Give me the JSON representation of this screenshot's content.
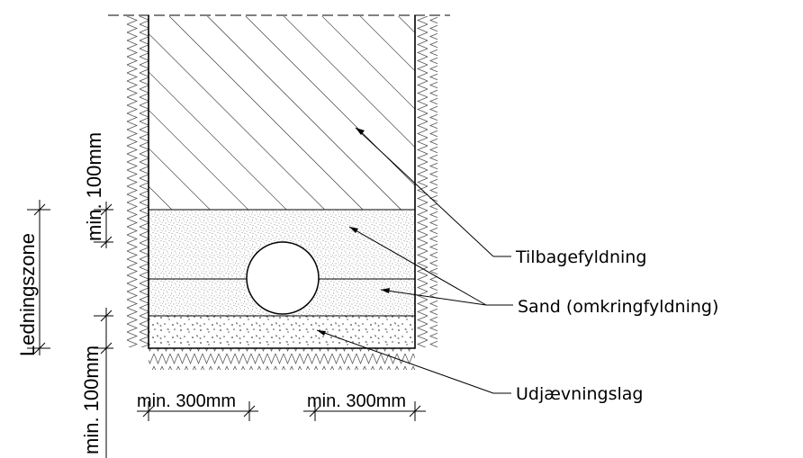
{
  "labels": {
    "backfill": "Tilbagefyldning",
    "sand": "Sand  (omkringfyldning)",
    "leveling": "Udjævningslag"
  },
  "dimensions": {
    "above_pipe": "min. 100mm",
    "below_pipe": "min. 100mm",
    "zone": "Ledningszone",
    "side_left": "min. 300mm",
    "side_right": "min. 300mm"
  }
}
